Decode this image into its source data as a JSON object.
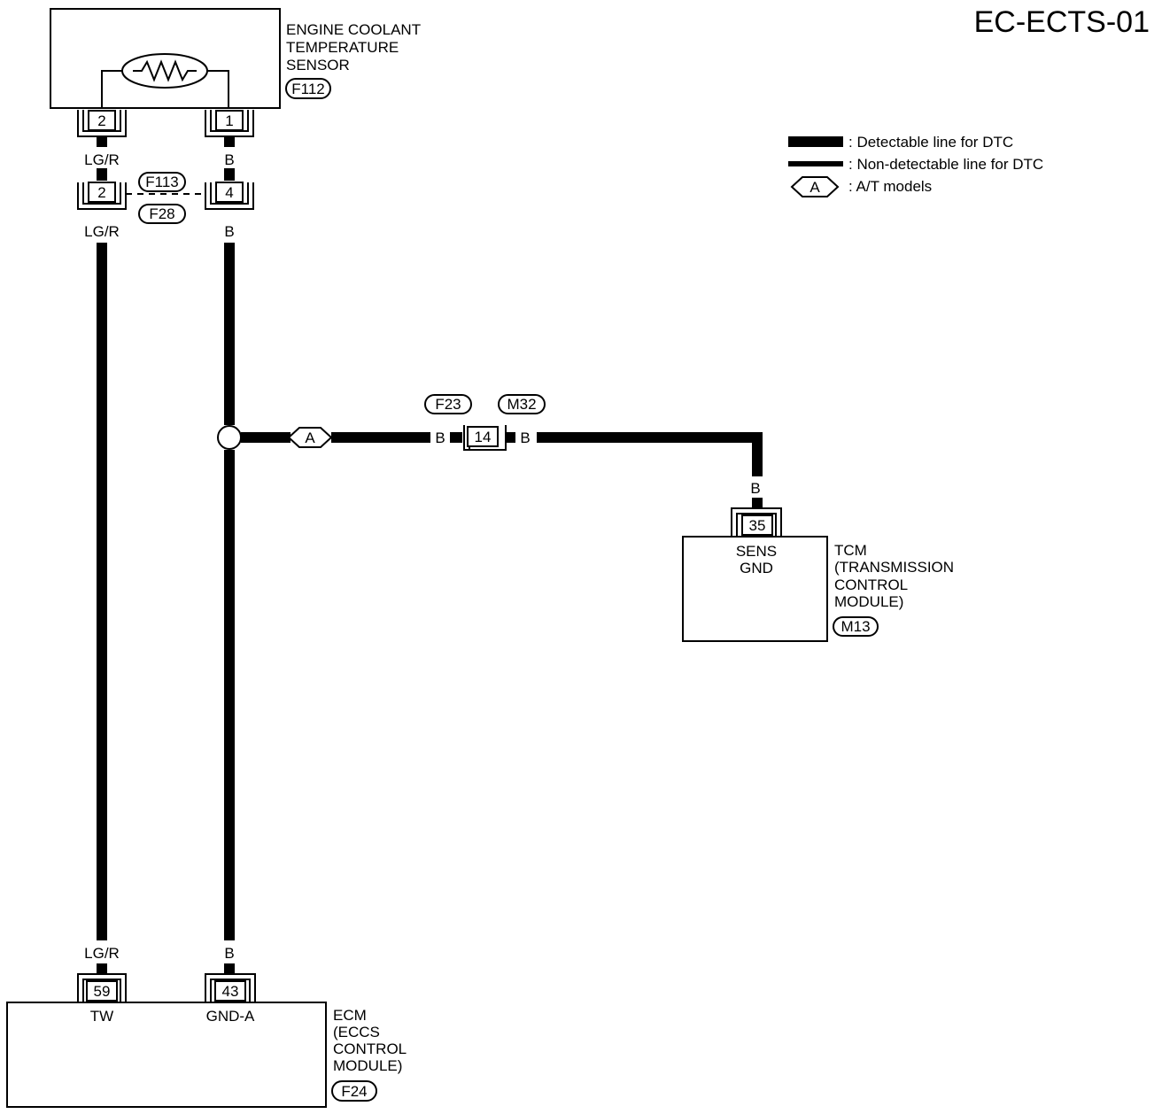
{
  "title": "EC-ECTS-01",
  "legend": {
    "detectable": ": Detectable line for DTC",
    "non_detectable": ": Non-detectable line for DTC",
    "at_symbol": "A",
    "at_models": ": A/T models"
  },
  "sensor": {
    "name_line1": "ENGINE COOLANT",
    "name_line2": "TEMPERATURE",
    "name_line3": "SENSOR",
    "connector": "F112",
    "pin_left": "2",
    "pin_right": "1"
  },
  "joint_connector": {
    "connector_a": "F113",
    "connector_b": "F28",
    "pin_left": "2",
    "pin_right": "4"
  },
  "wires": {
    "left_color": "LG/R",
    "right_color": "B",
    "branch_color": "B"
  },
  "branch": {
    "at_label": "A",
    "connector_a": "F23",
    "connector_b": "M32",
    "pin": "14"
  },
  "tcm": {
    "pin": "35",
    "terminal_line1": "SENS",
    "terminal_line2": "GND",
    "name_line1": "TCM",
    "name_line2": "(TRANSMISSION",
    "name_line3": "CONTROL",
    "name_line4": "MODULE)",
    "connector": "M13"
  },
  "ecm": {
    "pin_left": "59",
    "pin_right": "43",
    "terminal_left": "TW",
    "terminal_right": "GND-A",
    "name_line1": "ECM",
    "name_line2": "(ECCS",
    "name_line3": "CONTROL",
    "name_line4": "MODULE)",
    "connector": "F24"
  }
}
